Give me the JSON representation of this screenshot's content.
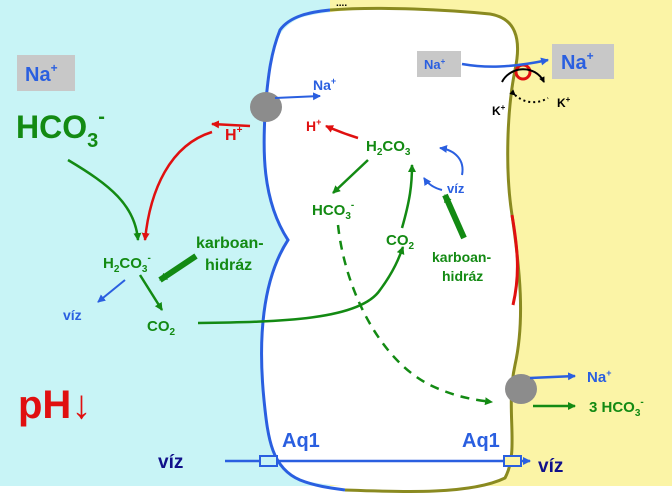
{
  "labels": {
    "na_left": "Na",
    "na_sup": "+",
    "hco3_left_main": "HCO",
    "hco3_left_sub": "3",
    "hco3_left_sup": "-",
    "h_left": "H",
    "h_sup": "+",
    "h2co3_left_a": "H",
    "h2co3_left_b": "2",
    "h2co3_left_c": "CO",
    "h2co3_left_d": "3",
    "h2co3_left_e": "-",
    "viz_left": "víz",
    "co2_left": "CO",
    "co2_sub": "2",
    "karboan1": "karboan-",
    "hidraz1": "hidráz",
    "ph": "pH↓",
    "viz_bottom_left": "víz",
    "viz_bottom_right": "víz",
    "aq1_left": "Aq1",
    "aq1_right": "Aq1",
    "na_cell_top": "Na",
    "h_cell": "H",
    "h2co3_cell_a": "H",
    "h2co3_cell_b": "2",
    "h2co3_cell_c": "CO",
    "h2co3_cell_d": "3",
    "hco3_cell": "HCO",
    "hco3_cell_sub": "3",
    "hco3_cell_sup": "-",
    "viz_cell": "víz",
    "co2_cell": "CO",
    "co2_cell_sub": "2",
    "karboan2": "karboan-",
    "hidraz2": "hidráz",
    "na_pump_in": "Na",
    "na_pump_out": "Na",
    "k_left": "K",
    "k_right": "K",
    "k_sup": "+",
    "na_bottom_right": "Na",
    "hco3_bottom_right": "3 HCO",
    "hco3_bottom_right_sub": "3",
    "hco3_bottom_right_sup": "-",
    "dots_top": "...."
  },
  "colors": {
    "lumen_bg": "#c8f4f6",
    "interstitium_bg": "#fbf4a6",
    "cell_fill": "#ffffff",
    "membrane_luminal": "#2a5fe0",
    "membrane_basolateral": "#8a8a20",
    "green": "#138a13",
    "red": "#e01010",
    "blue": "#2a5fe0",
    "navy": "#10108a",
    "grey_box": "#c8c8c8",
    "transporter": "#8c8c8c"
  }
}
